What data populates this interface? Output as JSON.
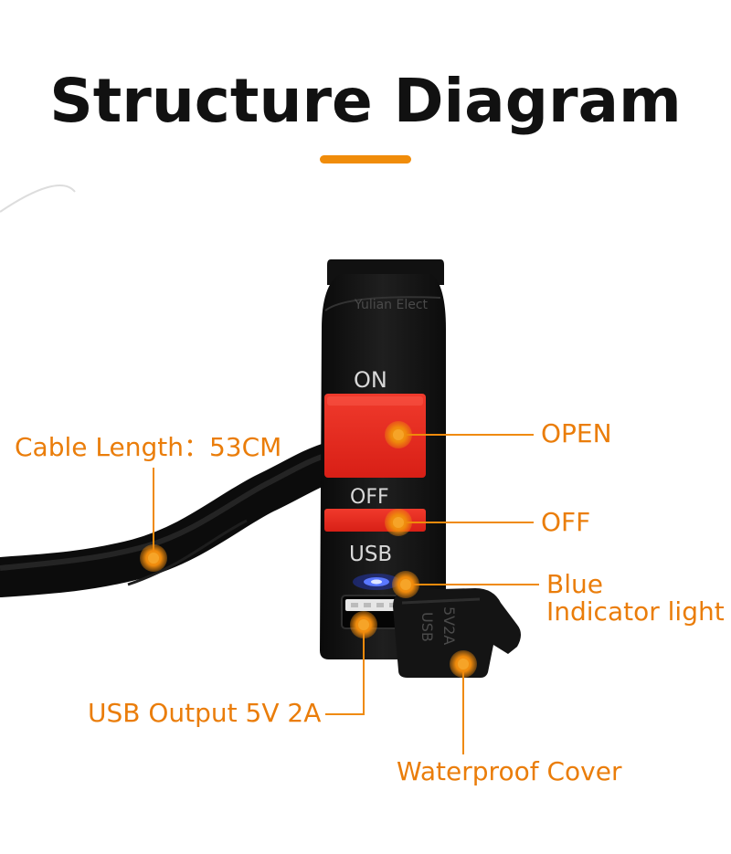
{
  "title": "Structure Diagram",
  "watermark": "Yulian Elect",
  "device": {
    "on_text": "ON",
    "off_text": "OFF",
    "usb_text": "USB",
    "cover_text_1": "USB",
    "cover_text_2": "5V2A"
  },
  "labels": {
    "cable_length": "Cable Length：53CM",
    "open": "OPEN",
    "off": "OFF",
    "blue_line1": "Blue",
    "blue_line2": "Indicator light",
    "usb_output": "USB Output 5V 2A",
    "waterproof": "Waterproof Cover"
  },
  "colors": {
    "accent": "#f08c0a",
    "label": "#ea7d0a",
    "button_red": "#e8281e",
    "led_blue": "#2a49ff",
    "body_black": "#151515"
  }
}
